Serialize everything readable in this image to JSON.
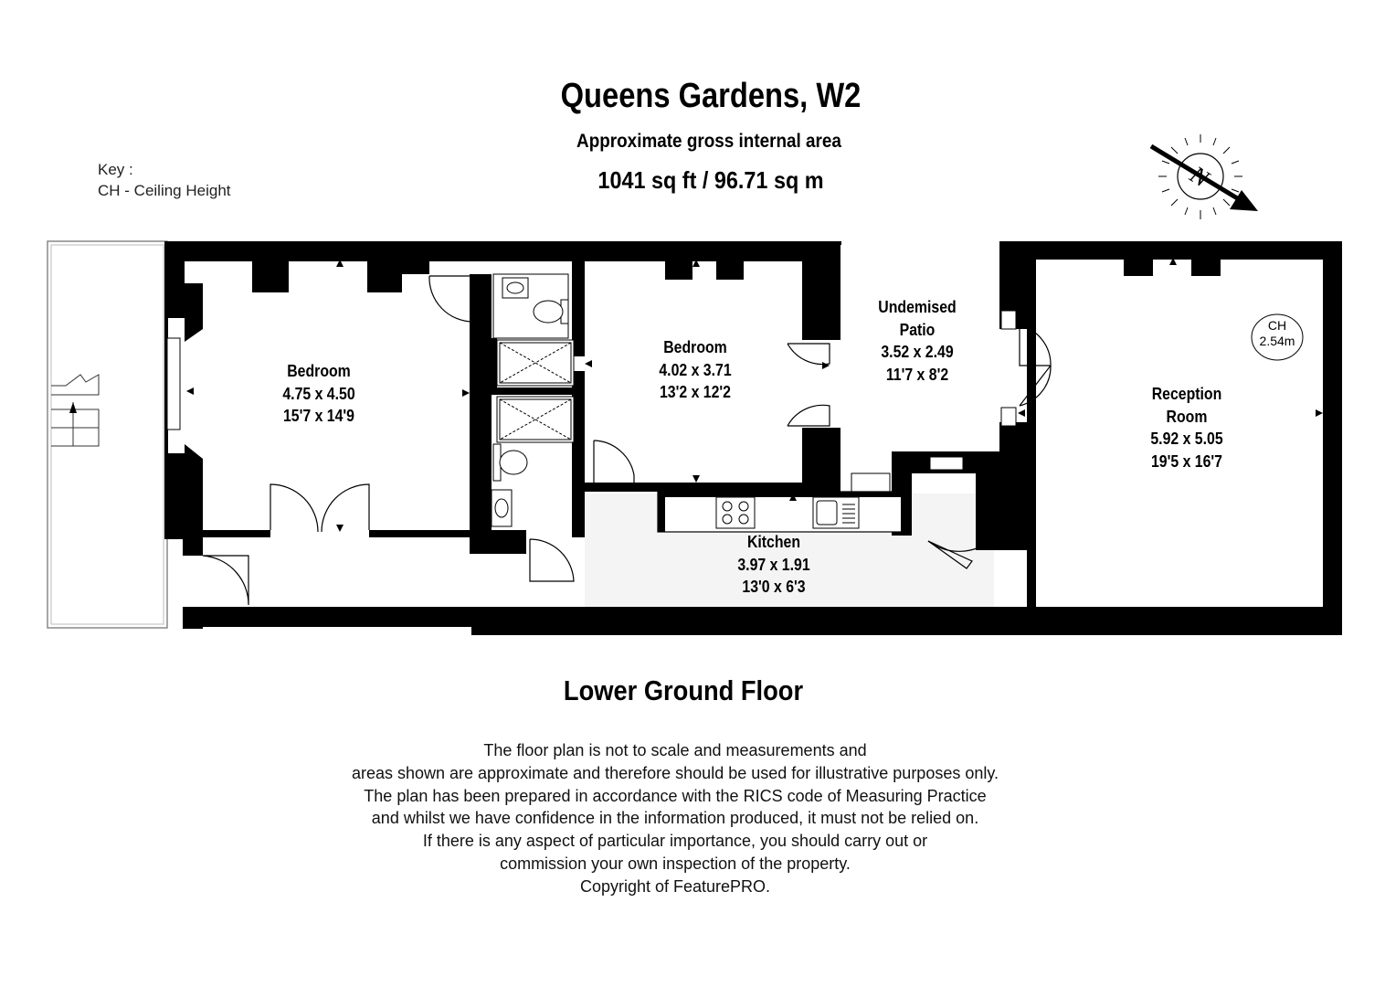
{
  "header": {
    "title": "Queens Gardens, W2",
    "subtitle": "Approximate gross internal area",
    "area": "1041 sq ft  /  96.71 sq m"
  },
  "key": {
    "heading": "Key :",
    "entry": "CH - Ceiling Height"
  },
  "compass": {
    "letter": "N",
    "icon": "compass-rose-icon"
  },
  "rooms": [
    {
      "id": "bedroom-1",
      "name": "Bedroom",
      "metric": "4.75 x 4.50",
      "imperial": "15'7 x 14'9"
    },
    {
      "id": "bedroom-2",
      "name": "Bedroom",
      "metric": "4.02 x 3.71",
      "imperial": "13'2 x 12'2"
    },
    {
      "id": "patio",
      "name": "Undemised",
      "name2": "Patio",
      "metric": "3.52 x 2.49",
      "imperial": "11'7 x 8'2"
    },
    {
      "id": "reception",
      "name": "Reception",
      "name2": "Room",
      "metric": "5.92 x 5.05",
      "imperial": "19'5 x 16'7"
    },
    {
      "id": "kitchen",
      "name": "Kitchen",
      "metric": "3.97 x 1.91",
      "imperial": "13'0 x 6'3"
    }
  ],
  "ceiling": {
    "label": "CH",
    "value": "2.54m"
  },
  "floor_label": "Lower Ground Floor",
  "disclaimer": [
    "The floor plan is not to scale and measurements and",
    "areas shown are approximate and therefore should be used for illustrative purposes only.",
    "The plan has been prepared in accordance with the RICS code of Measuring Practice",
    "and whilst we have confidence in the information produced, it must not be relied on.",
    "If there is any aspect of particular importance, you should carry out or",
    "commission your own inspection of the property.",
    "Copyright of FeaturePRO."
  ],
  "colors": {
    "wall": "#000000",
    "kitchen_floor": "#f4f4f4",
    "background": "#ffffff"
  }
}
